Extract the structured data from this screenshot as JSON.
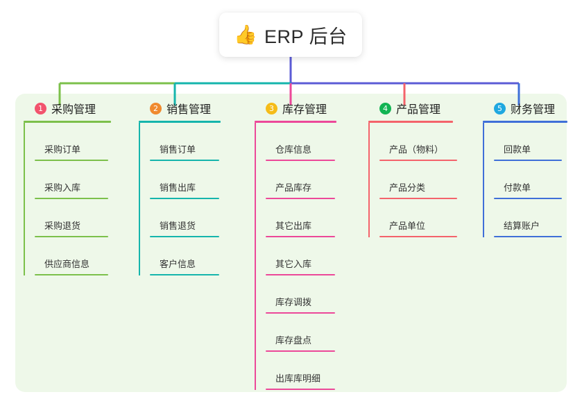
{
  "title": {
    "emoji": "👍",
    "emoji_name": "thumbs-up-icon",
    "text": "ERP 后台"
  },
  "colors": {
    "panel_bg": "#eef8e9",
    "page_bg": "#ffffff",
    "trunk": "#5b5bd6",
    "branch_green": "#7cc04b",
    "branch_teal": "#15b5ac",
    "branch_pink": "#ec4899",
    "branch_red": "#f4636b",
    "branch_blue": "#3f6fd8"
  },
  "columns": [
    {
      "index": "1",
      "title": "采购管理",
      "badge_color": "#f2536d",
      "line_color": "#7cc04b",
      "items": [
        "采购订单",
        "采购入库",
        "采购退货",
        "供应商信息"
      ]
    },
    {
      "index": "2",
      "title": "销售管理",
      "badge_color": "#f08a2e",
      "line_color": "#15b5ac",
      "items": [
        "销售订单",
        "销售出库",
        "销售退货",
        "客户信息"
      ]
    },
    {
      "index": "3",
      "title": "库存管理",
      "badge_color": "#f5bc19",
      "line_color": "#ec4899",
      "items": [
        "仓库信息",
        "产品库存",
        "其它出库",
        "其它入库",
        "库存调拨",
        "库存盘点",
        "出库库明细"
      ]
    },
    {
      "index": "4",
      "title": "产品管理",
      "badge_color": "#12b453",
      "line_color": "#f4636b",
      "items": [
        "产品（物料）",
        "产品分类",
        "产品单位"
      ]
    },
    {
      "index": "5",
      "title": "财务管理",
      "badge_color": "#1fa8e0",
      "line_color": "#3f6fd8",
      "items": [
        "回款单",
        "付款单",
        "结算账户"
      ]
    }
  ]
}
